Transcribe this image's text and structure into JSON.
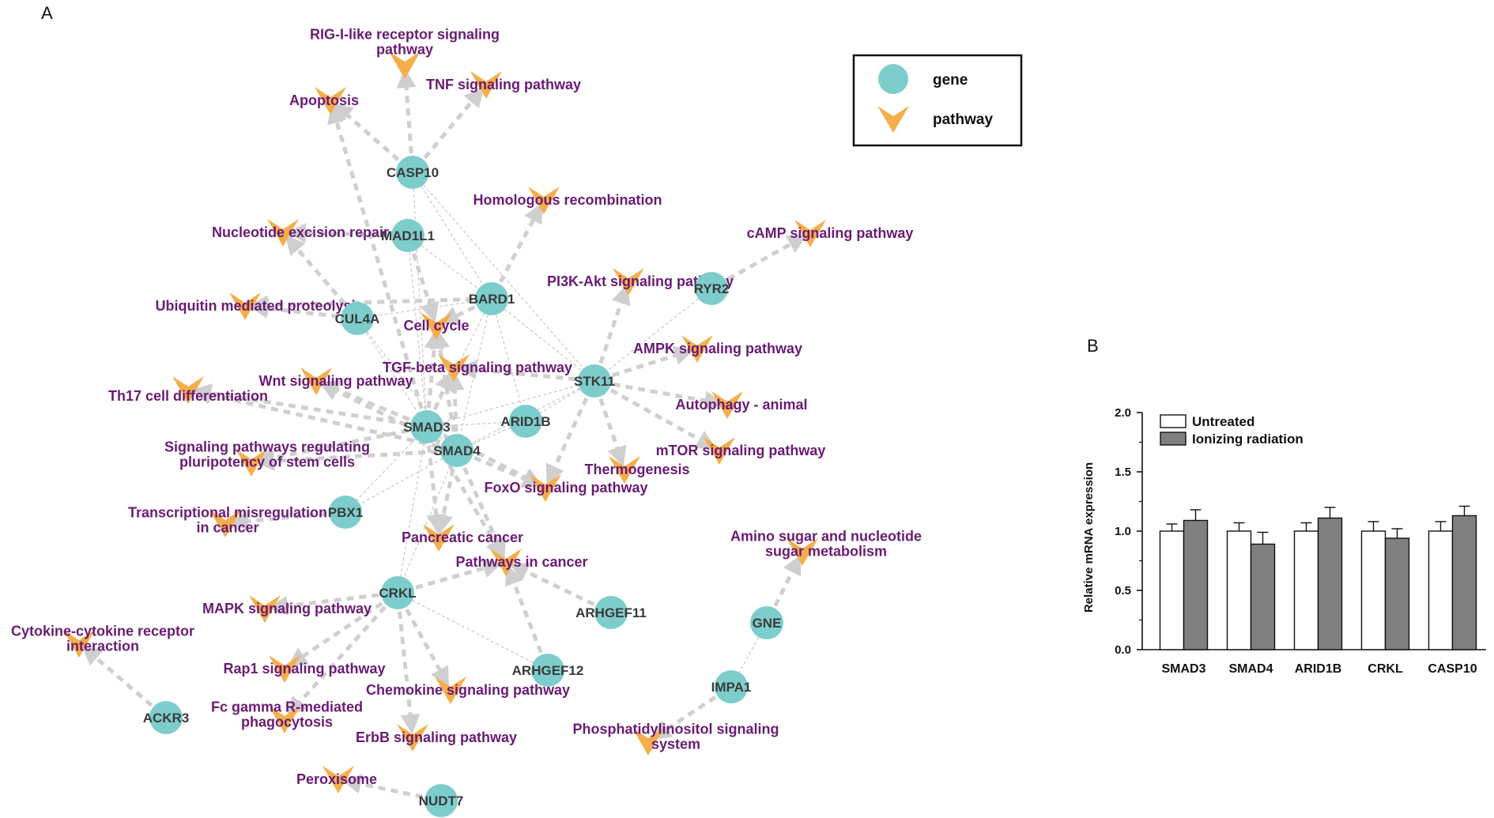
{
  "panel_a": {
    "label": "A",
    "legend": {
      "gene": "gene",
      "pathway": "pathway"
    },
    "genes": [
      {
        "id": "CASP10",
        "label": "CASP10"
      },
      {
        "id": "MAD1L1",
        "label": "MAD1L1"
      },
      {
        "id": "BARD1",
        "label": "BARD1"
      },
      {
        "id": "CUL4A",
        "label": "CUL4A"
      },
      {
        "id": "RYR2",
        "label": "RYR2"
      },
      {
        "id": "STK11",
        "label": "STK11"
      },
      {
        "id": "SMAD3",
        "label": "SMAD3"
      },
      {
        "id": "ARID1B",
        "label": "ARID1B"
      },
      {
        "id": "SMAD4",
        "label": "SMAD4"
      },
      {
        "id": "PBX1",
        "label": "PBX1"
      },
      {
        "id": "CRKL",
        "label": "CRKL"
      },
      {
        "id": "ARHGEF11",
        "label": "ARHGEF11"
      },
      {
        "id": "GNE",
        "label": "GNE"
      },
      {
        "id": "ARHGEF12",
        "label": "ARHGEF12"
      },
      {
        "id": "IMPA1",
        "label": "IMPA1"
      },
      {
        "id": "ACKR3",
        "label": "ACKR3"
      },
      {
        "id": "NUDT7",
        "label": "NUDT7"
      }
    ],
    "pathways": [
      {
        "id": "RIG",
        "lines": [
          "RIG-I-like receptor signaling",
          "pathway"
        ]
      },
      {
        "id": "TNF",
        "lines": [
          "TNF signaling pathway"
        ]
      },
      {
        "id": "APOP",
        "lines": [
          "Apoptosis"
        ]
      },
      {
        "id": "HR",
        "lines": [
          "Homologous recombination"
        ]
      },
      {
        "id": "NER",
        "lines": [
          "Nucleotide excision repair"
        ]
      },
      {
        "id": "CAMP",
        "lines": [
          "cAMP signaling pathway"
        ]
      },
      {
        "id": "PI3K",
        "lines": [
          "PI3K-Akt signaling pathway"
        ]
      },
      {
        "id": "UBQ",
        "lines": [
          "Ubiquitin mediated proteolysis"
        ]
      },
      {
        "id": "CC",
        "lines": [
          "Cell cycle"
        ]
      },
      {
        "id": "AMPK",
        "lines": [
          "AMPK signaling pathway"
        ]
      },
      {
        "id": "TGFB",
        "lines": [
          "TGF-beta signaling pathway"
        ]
      },
      {
        "id": "WNT",
        "lines": [
          "Wnt signaling pathway"
        ]
      },
      {
        "id": "TH17",
        "lines": [
          "Th17 cell differentiation"
        ]
      },
      {
        "id": "AUTO",
        "lines": [
          "Autophagy - animal"
        ]
      },
      {
        "id": "MTOR",
        "lines": [
          "mTOR signaling pathway"
        ]
      },
      {
        "id": "SPRP",
        "lines": [
          "Signaling pathways regulating",
          "pluripotency of stem cells"
        ]
      },
      {
        "id": "THERM",
        "lines": [
          "Thermogenesis"
        ]
      },
      {
        "id": "FOXO",
        "lines": [
          "FoxO signaling pathway"
        ]
      },
      {
        "id": "TMIS",
        "lines": [
          "Transcriptional misregulation",
          "in cancer"
        ]
      },
      {
        "id": "PANC",
        "lines": [
          "Pancreatic cancer"
        ]
      },
      {
        "id": "AMINO",
        "lines": [
          "Amino sugar and nucleotide",
          "sugar metabolism"
        ]
      },
      {
        "id": "PIC",
        "lines": [
          "Pathways in cancer"
        ]
      },
      {
        "id": "MAPK",
        "lines": [
          "MAPK signaling pathway"
        ]
      },
      {
        "id": "CYTO",
        "lines": [
          "Cytokine-cytokine receptor",
          "interaction"
        ]
      },
      {
        "id": "RAP1",
        "lines": [
          "Rap1 signaling pathway"
        ]
      },
      {
        "id": "CHEMO",
        "lines": [
          "Chemokine signaling pathway"
        ]
      },
      {
        "id": "FCG",
        "lines": [
          "Fc gamma R-mediated",
          "phagocytosis"
        ]
      },
      {
        "id": "ERBB",
        "lines": [
          "ErbB signaling pathway"
        ]
      },
      {
        "id": "PHOS",
        "lines": [
          "Phosphatidylinositol signaling",
          "system"
        ]
      },
      {
        "id": "PEROX",
        "lines": [
          "Peroxisome"
        ]
      }
    ],
    "colors": {
      "gene": "#7ecdcd",
      "pathway": "#f5ae4a",
      "pathway_text": "#6a1b74",
      "edge": "#cfcfcf"
    }
  },
  "panel_b": {
    "label": "B",
    "chart_data": {
      "type": "bar",
      "categories": [
        "SMAD3",
        "SMAD4",
        "ARID1B",
        "CRKL",
        "CASP10"
      ],
      "series": [
        {
          "name": "Untreated",
          "values": [
            1.0,
            1.0,
            1.0,
            1.0,
            1.0
          ],
          "errors": [
            0.06,
            0.07,
            0.07,
            0.08,
            0.08
          ],
          "color": "#ffffff"
        },
        {
          "name": "Ionizing radiation",
          "values": [
            1.09,
            0.89,
            1.11,
            0.94,
            1.13
          ],
          "errors": [
            0.09,
            0.1,
            0.09,
            0.08,
            0.08
          ],
          "color": "#808080"
        }
      ],
      "ylabel": "Relative mRNA expression",
      "ylim": [
        0.0,
        2.0
      ],
      "yticks": [
        "0.0",
        "0.5",
        "1.0",
        "1.5",
        "2.0"
      ],
      "legend_position": "top-left"
    }
  }
}
